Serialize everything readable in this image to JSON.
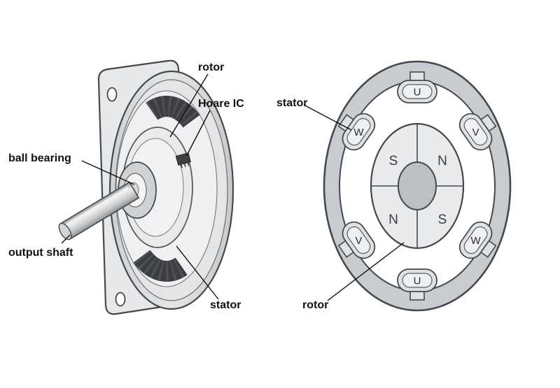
{
  "page": {
    "background": "#ffffff",
    "description": "BLDC motor diagram: cutaway view (left) and cross-section view (right)"
  },
  "left_diagram": {
    "name": "motor-cutaway-view",
    "labels": {
      "rotor": "rotor",
      "hoare_ic": "Hoare IC",
      "ball_bearing": "ball bearing",
      "output_shaft": "output shaft",
      "stator": "stator"
    }
  },
  "right_diagram": {
    "name": "motor-cross-section-view",
    "labels": {
      "stator": "stator",
      "rotor": "rotor"
    },
    "coils": [
      {
        "position": "top",
        "label": "U"
      },
      {
        "position": "upper-right",
        "label": "V"
      },
      {
        "position": "lower-right",
        "label": "W"
      },
      {
        "position": "bottom",
        "label": "U"
      },
      {
        "position": "lower-left",
        "label": "V"
      },
      {
        "position": "upper-left",
        "label": "W"
      }
    ],
    "rotor_poles": [
      {
        "position": "top-left",
        "label": "S"
      },
      {
        "position": "top-right",
        "label": "N"
      },
      {
        "position": "bottom-left",
        "label": "N"
      },
      {
        "position": "bottom-right",
        "label": "S"
      }
    ],
    "colors": {
      "stator_ring": "#c8ccd0",
      "coil_fill": "#dfe1e3",
      "rotor_fill": "#e9eaec",
      "shaft_fill": "#bcc0c4",
      "outline": "#46494c"
    }
  }
}
